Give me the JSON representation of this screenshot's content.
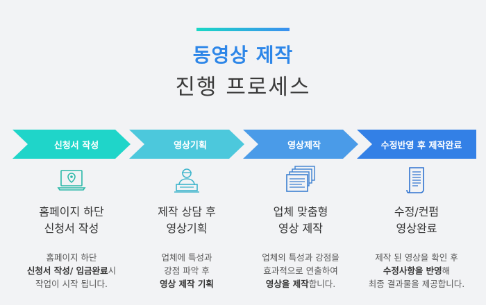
{
  "title": {
    "main": "동영상 제작",
    "sub": "진행 프로세스"
  },
  "colors": {
    "step1": "#1fd5c9",
    "step2": "#4cc8dc",
    "step3": "#4a9be8",
    "step4": "#3380e6"
  },
  "steps": [
    {
      "label": "신청서 작성",
      "icon": "laptop-pin-icon",
      "head": "홈페이지 하단\n신청서 작성",
      "desc": [
        "홈페이지 하단",
        "신청서 작성/ 입금완료",
        "시",
        "작업이 시작 됩니다."
      ]
    },
    {
      "label": "영상기획",
      "icon": "person-desk-icon",
      "head": "제작 상담 후\n영상기획",
      "desc": [
        "업체에 특성과",
        "강점 파악 후",
        "영상 제작 기획"
      ]
    },
    {
      "label": "영상제작",
      "icon": "stacked-documents-icon",
      "head": "업체 맞춤형\n영상 제작",
      "desc": [
        "업체의 특성과 강점을",
        "효과적으로 연출하여",
        "영상을  제작",
        "합니다."
      ]
    },
    {
      "label": "수정반영 후 제작완료",
      "icon": "document-scroll-icon",
      "head": "수정/컨펌\n영상완료",
      "desc": [
        "제작 된 영상을 확인 후",
        "수정사항을 반영",
        "해",
        "최종 결과물을 제공합니다."
      ]
    }
  ]
}
